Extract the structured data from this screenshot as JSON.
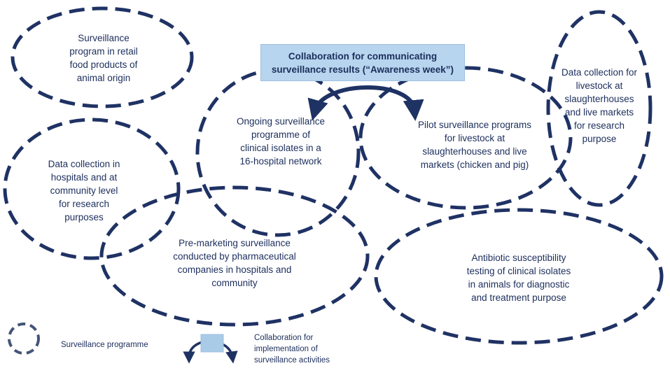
{
  "collaboration_box": {
    "lines": [
      "Collaboration for communicating",
      "surveillance results (“Awareness week”)"
    ]
  },
  "programmes": [
    {
      "id": "retail-food",
      "lines": [
        "Surveillance",
        "program in retail",
        "food products of",
        "animal origin"
      ]
    },
    {
      "id": "hospital-network",
      "lines": [
        "Ongoing surveillance",
        "programme of",
        "clinical isolates in a",
        "16-hospital network"
      ]
    },
    {
      "id": "pilot-livestock",
      "lines": [
        "Pilot surveillance programs",
        "for livestock at",
        "slaughterhouses and live",
        "markets (chicken and pig)"
      ]
    },
    {
      "id": "livestock-research",
      "lines": [
        "Data collection for",
        "livestock at",
        "slaughterhouses",
        "and live markets",
        "for research",
        "purpose"
      ]
    },
    {
      "id": "hospital-community-research",
      "lines": [
        "Data collection in",
        "hospitals and at",
        "community level",
        "for research",
        "purposes"
      ]
    },
    {
      "id": "pre-marketing",
      "lines": [
        "Pre-marketing surveillance",
        "conducted by pharmaceutical",
        "companies in hospitals and",
        "community"
      ]
    },
    {
      "id": "animal-ast",
      "lines": [
        "Antibiotic susceptibility",
        "testing of clinical isolates",
        "in animals for diagnostic",
        "and treatment purpose"
      ]
    }
  ],
  "legend": {
    "programme_label": "Surveillance programme",
    "collaboration_lines": [
      "Collaboration for",
      "implementation of",
      "surveillance activities"
    ]
  },
  "colors": {
    "ellipse_stroke": "#1f3264",
    "legend_ellipse_stroke": "#44547a",
    "text": "#1c2e5c",
    "box_fill": "#b7d5ee",
    "legend_box_fill": "#a9cbe8"
  }
}
